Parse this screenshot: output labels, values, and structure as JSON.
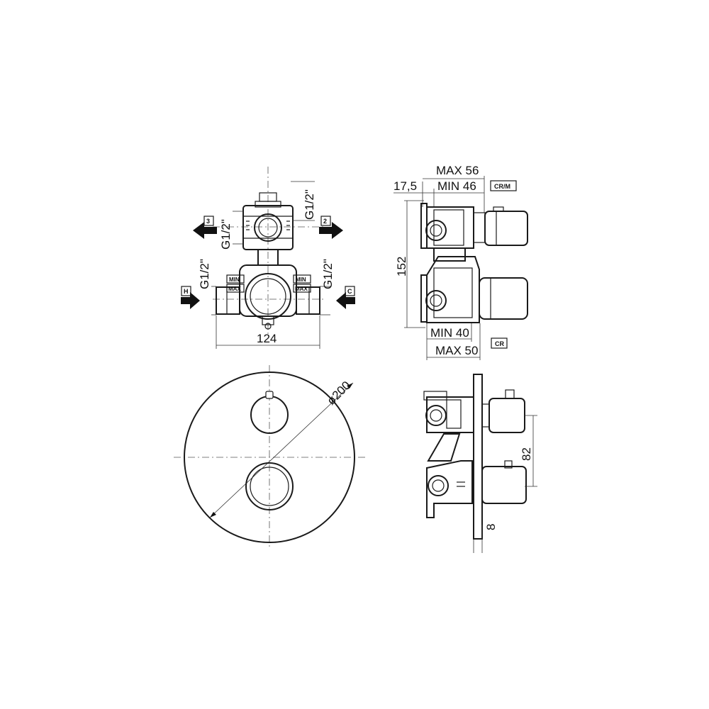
{
  "dimensions": {
    "top_outlet": "G1/2\"",
    "left_outlet": "G1/2\"",
    "left_inlet": "G1/2\"",
    "right_inlet": "G1/2\"",
    "body_width": "124",
    "max_depth": "MAX 56",
    "min_depth": "MIN 46",
    "offset": "17,5",
    "height": "152",
    "min_lower": "MIN 40",
    "max_lower": "MAX 50",
    "plate_diameter": "ø200",
    "handle_spacing": "82",
    "plate_thickness": "8"
  },
  "labels": {
    "outlet_3": "3",
    "outlet_2": "2",
    "inlet_h": "H",
    "inlet_c": "C",
    "min_left": "MIN",
    "max_left": "MAX",
    "min_right": "MIN",
    "max_right": "MAX",
    "tag_crm": "CR/M",
    "tag_cr": "CR"
  },
  "icons": {
    "arrow_left": "arrow-left-icon",
    "arrow_right": "arrow-right-icon"
  }
}
